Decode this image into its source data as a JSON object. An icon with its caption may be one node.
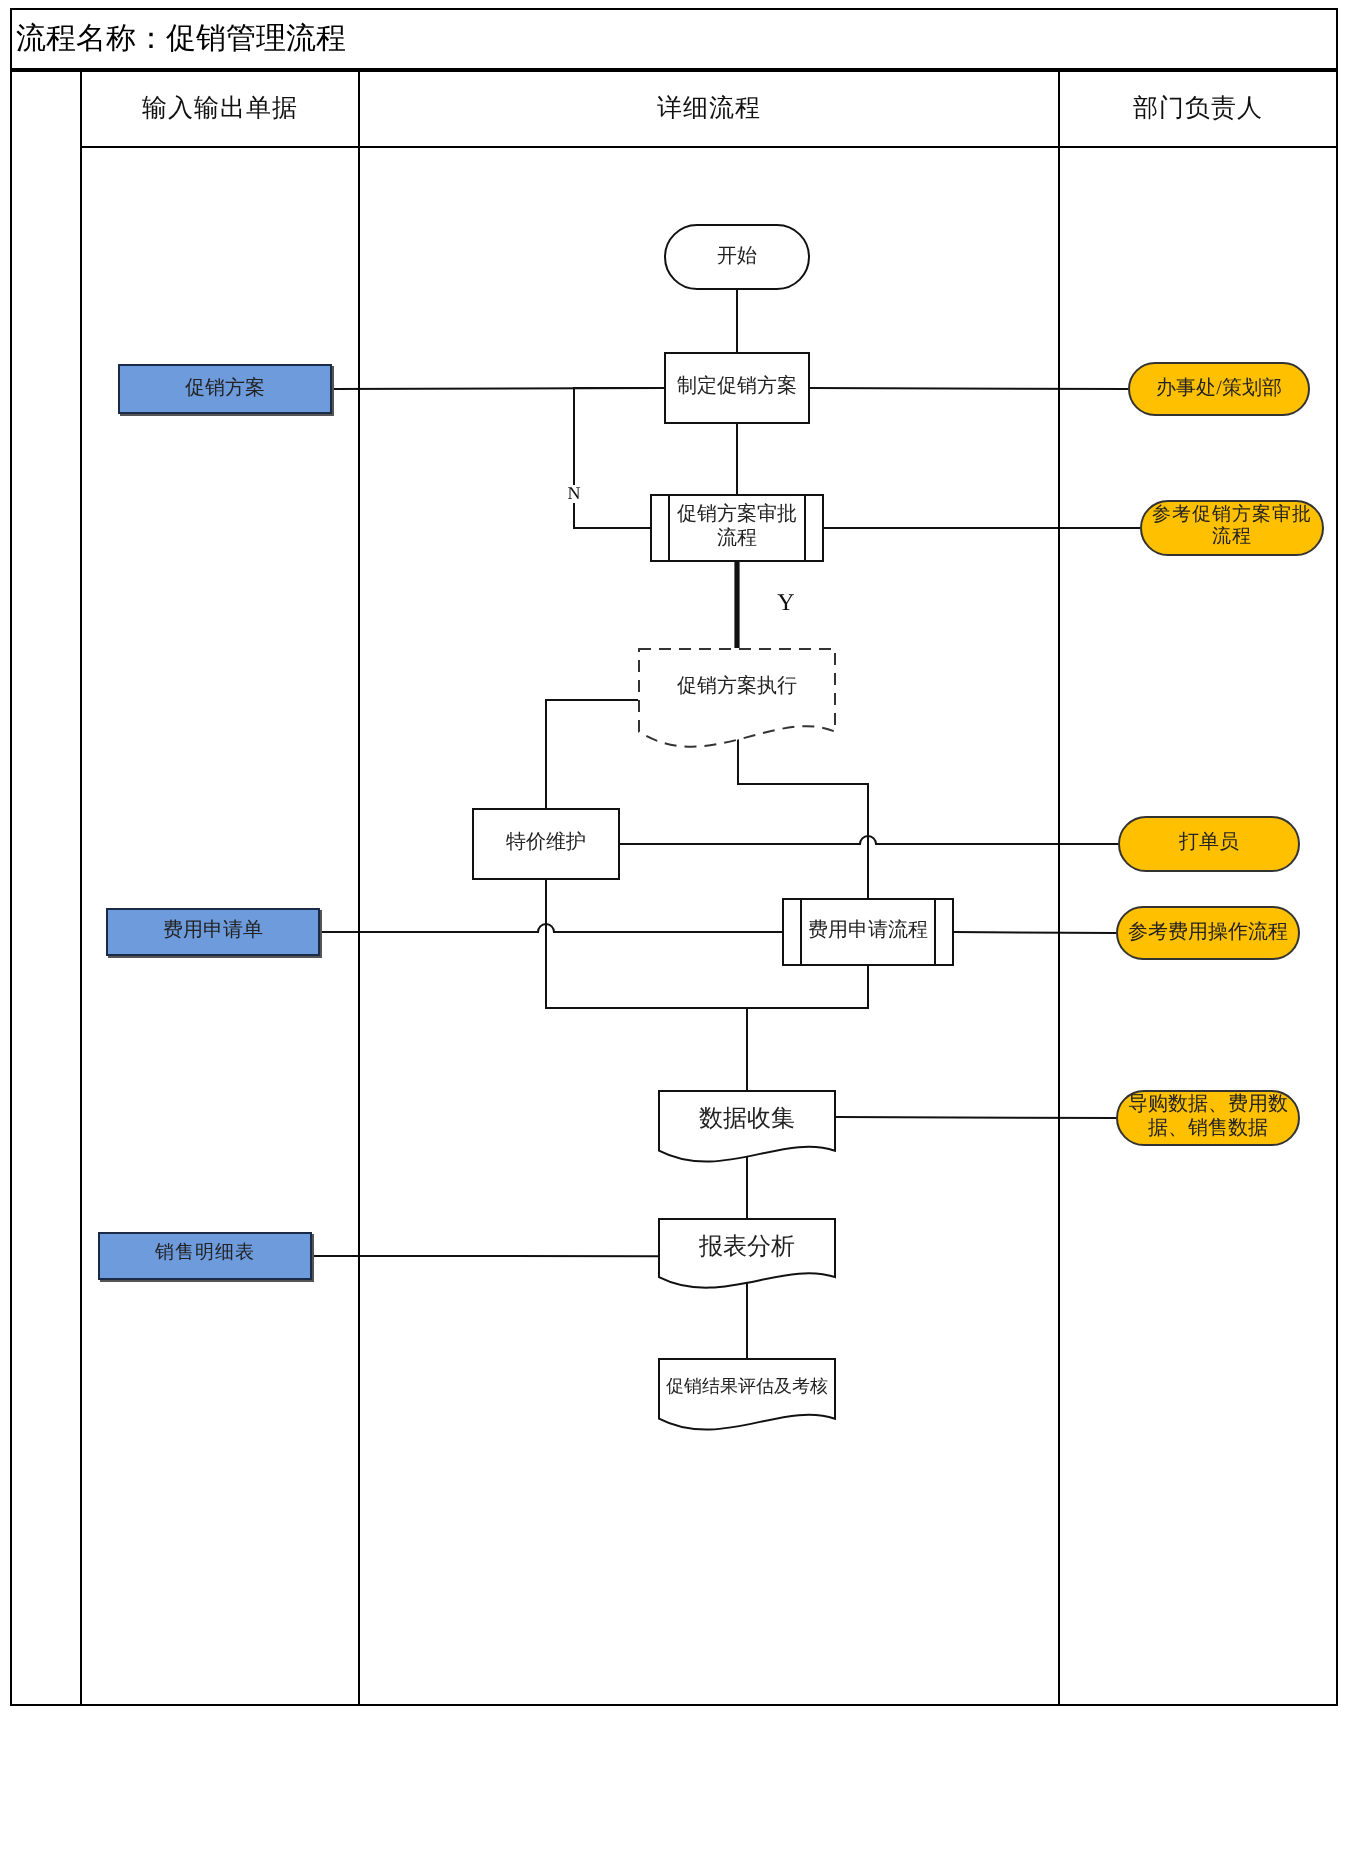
{
  "diagram": {
    "title": "流程名称：促销管理流程",
    "nodes": [
      {
        "text": [
          "输入输出单据"
        ]
      },
      {
        "text": [
          "详细流程"
        ]
      },
      {
        "text": [
          "部门负责人"
        ]
      },
      {
        "text": [
          "开始"
        ],
        "in": 1
      },
      {
        "text": [
          "促销方案"
        ],
        "in": 0
      },
      {
        "text": [
          "制定促销方案"
        ],
        "in": 1
      },
      {
        "text": [
          "办事处/策划部"
        ],
        "in": 2
      },
      {
        "text": [
          "促销方案审批流程"
        ],
        "in": 1
      },
      {
        "text": [
          "参考促销方案审批流程"
        ],
        "in": 2
      },
      {
        "text": [
          "促销方案执行"
        ],
        "in": 1
      },
      {
        "text": [
          "特价维护"
        ],
        "in": 1
      },
      {
        "text": [
          "打单员"
        ],
        "in": 2
      },
      {
        "text": [
          "费用申请单"
        ],
        "in": 0
      },
      {
        "text": [
          "费用申请流程"
        ],
        "in": 1
      },
      {
        "text": [
          "参考费用操作流程"
        ],
        "in": 2
      },
      {
        "text": [
          "数据收集"
        ],
        "in": 1
      },
      {
        "text": [
          "导购数据、费用数据、销售数据"
        ],
        "in": 2
      },
      {
        "text": [
          "销售明细表"
        ],
        "in": 0
      },
      {
        "text": [
          "报表分析"
        ],
        "in": 1
      },
      {
        "text": [
          "促销结果评估及考核"
        ],
        "in": 1
      }
    ],
    "edges": [
      {
        "from": 3,
        "to": 5,
        "arrow": "none"
      },
      {
        "from": 4,
        "to": 5,
        "arrow": "none"
      },
      {
        "from": 5,
        "to": 6,
        "arrow": "none"
      },
      {
        "from": 5,
        "to": 7,
        "arrow": "none"
      },
      {
        "from": 7,
        "to": 5,
        "arrow": "none",
        "label": "N"
      },
      {
        "from": 7,
        "to": 8,
        "arrow": "none"
      },
      {
        "from": 7,
        "to": 9,
        "arrow": "none",
        "label": "Y",
        "style": "thick"
      },
      {
        "from": 9,
        "to": 10,
        "arrow": "none"
      },
      {
        "from": 9,
        "to": 13,
        "arrow": "none"
      },
      {
        "from": 10,
        "to": 11,
        "arrow": "none"
      },
      {
        "from": 12,
        "to": 13,
        "arrow": "none"
      },
      {
        "from": 13,
        "to": 14,
        "arrow": "none"
      },
      {
        "from": 10,
        "to": 15,
        "arrow": "none"
      },
      {
        "from": 13,
        "to": 15,
        "arrow": "none"
      },
      {
        "from": 15,
        "to": 16,
        "arrow": "none"
      },
      {
        "from": 15,
        "to": 18,
        "arrow": "none"
      },
      {
        "from": 17,
        "to": 18,
        "arrow": "none"
      },
      {
        "from": 18,
        "to": 19,
        "arrow": "none"
      }
    ]
  }
}
